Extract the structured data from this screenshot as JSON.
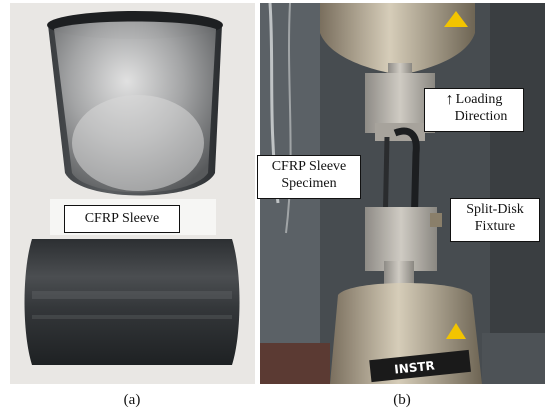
{
  "panels": [
    {
      "id": "a",
      "caption": "(a)",
      "labels": {
        "sleeve": "CFRP Sleeve"
      }
    },
    {
      "id": "b",
      "caption": "(b)",
      "labels": {
        "loading_line1": "Loading",
        "loading_line2": "Direction",
        "specimen_line1": "CFRP Sleeve",
        "specimen_line2": "Specimen",
        "fixture_line1": "Split-Disk",
        "fixture_line2": "Fixture",
        "machine_brand": "INSTR"
      }
    }
  ],
  "icons": {
    "loading_arrow": "up-arrow-icon"
  },
  "colors": {
    "background": "#ffffff",
    "cfrp": "#2a2d30",
    "steel": "#b9b5ad",
    "label_border": "#111111"
  }
}
